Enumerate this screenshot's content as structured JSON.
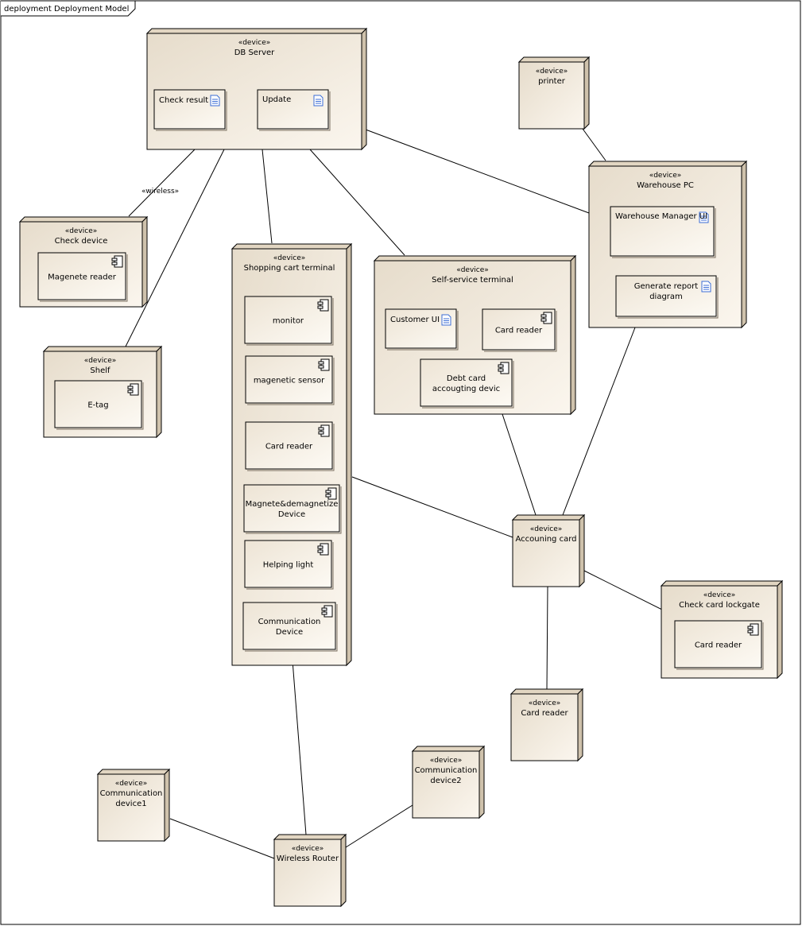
{
  "diagram": {
    "frame_title": "deployment Deployment Model",
    "stereotype": "«device»",
    "nodes": {
      "db_server": {
        "name": "DB Server",
        "artifacts": [
          "Check result",
          "Update"
        ]
      },
      "printer": {
        "name": "printer"
      },
      "warehouse_pc": {
        "name": "Warehouse PC",
        "artifacts": [
          "Warehouse Manager UI",
          "Generate report diagram"
        ]
      },
      "check_device": {
        "name": "Check device",
        "components": [
          "Magenete reader"
        ]
      },
      "shelf": {
        "name": "Shelf",
        "components": [
          "E-tag"
        ]
      },
      "shopping_cart_terminal": {
        "name": "Shopping cart terminal",
        "components": [
          "monitor",
          "magenetic sensor",
          "Card reader",
          "Magnete&demagnetize Device",
          "Helping light",
          "Communication Device"
        ]
      },
      "self_service_terminal": {
        "name": "Self-service terminal",
        "artifacts": [
          "Customer UI"
        ],
        "components": [
          "Card reader",
          "Debt card accougting devic"
        ]
      },
      "accounting_card": {
        "name": "Accouning card"
      },
      "check_card_lockgate": {
        "name": "Check card lockgate",
        "components": [
          "Card reader"
        ]
      },
      "card_reader_node": {
        "name": "Card reader"
      },
      "communication_device1": {
        "name": "Communication device1"
      },
      "communication_device2": {
        "name": "Communication device2"
      },
      "wireless_router": {
        "name": "Wireless Router"
      }
    },
    "connector_labels": {
      "wireless": "«wireless»"
    },
    "colors": {
      "node_fill": "#f3eadb",
      "node_fill_dark": "#e2d6c2",
      "border": "#000000",
      "line": "#000000",
      "artifact_icon": "#3c6ed6"
    }
  }
}
